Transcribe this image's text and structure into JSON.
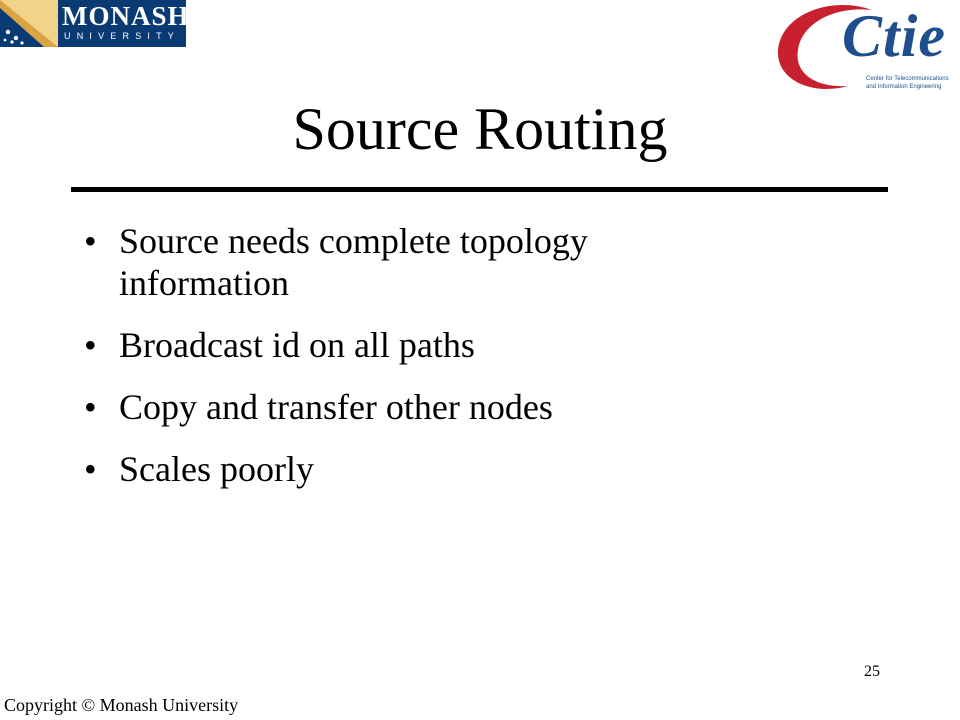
{
  "header": {
    "monash_logo": {
      "name": "MONASH",
      "subtitle": "UNIVERSITY",
      "color": "#0a3a73"
    },
    "ctie_logo": {
      "wordmark": "Ctie",
      "caption_line1": "Center for Telecommunications",
      "caption_line2": "and Information Engineering",
      "colors": {
        "swoosh": "#c8202f",
        "text": "#1f4f8c"
      }
    }
  },
  "slide": {
    "title": "Source Routing",
    "bullets": [
      {
        "text": "Source needs complete topology information"
      },
      {
        "text": "Broadcast id on all paths"
      },
      {
        "text": "Copy and transfer other nodes"
      },
      {
        "text": "Scales poorly"
      }
    ],
    "bullet_marker": "•"
  },
  "footer": {
    "page_number": "25",
    "copyright": "Copyright © Monash University"
  }
}
